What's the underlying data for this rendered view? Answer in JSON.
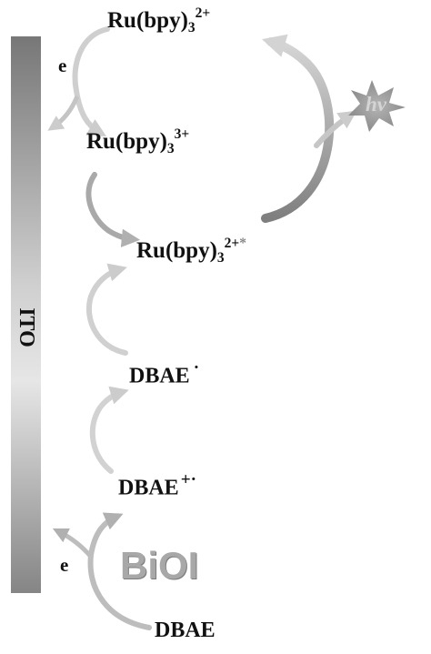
{
  "electrode": {
    "label": "ITO"
  },
  "ruthenium": {
    "base": "Ru(bpy)",
    "subscript": "3",
    "ground_state_charge": "2+",
    "oxidized_charge": "3+",
    "excited_charge": "2+",
    "excited_mark": "*"
  },
  "emission": {
    "label": "hν"
  },
  "species": {
    "dbae": "DBAE",
    "dbae_radical_mark": "·",
    "dbae_cation_radical_mark": "+·",
    "photocatalyst": "BiOI"
  },
  "electron": {
    "label": "e"
  },
  "colors": {
    "electrode_dark": "#777777",
    "electrode_light": "#e4e4e4",
    "arrow_light": "#cfcfcf",
    "arrow_dark": "#8a8a8a",
    "burst": "#9a9a9a",
    "biOI_text": "#a8a8a8",
    "text": "#111111"
  }
}
